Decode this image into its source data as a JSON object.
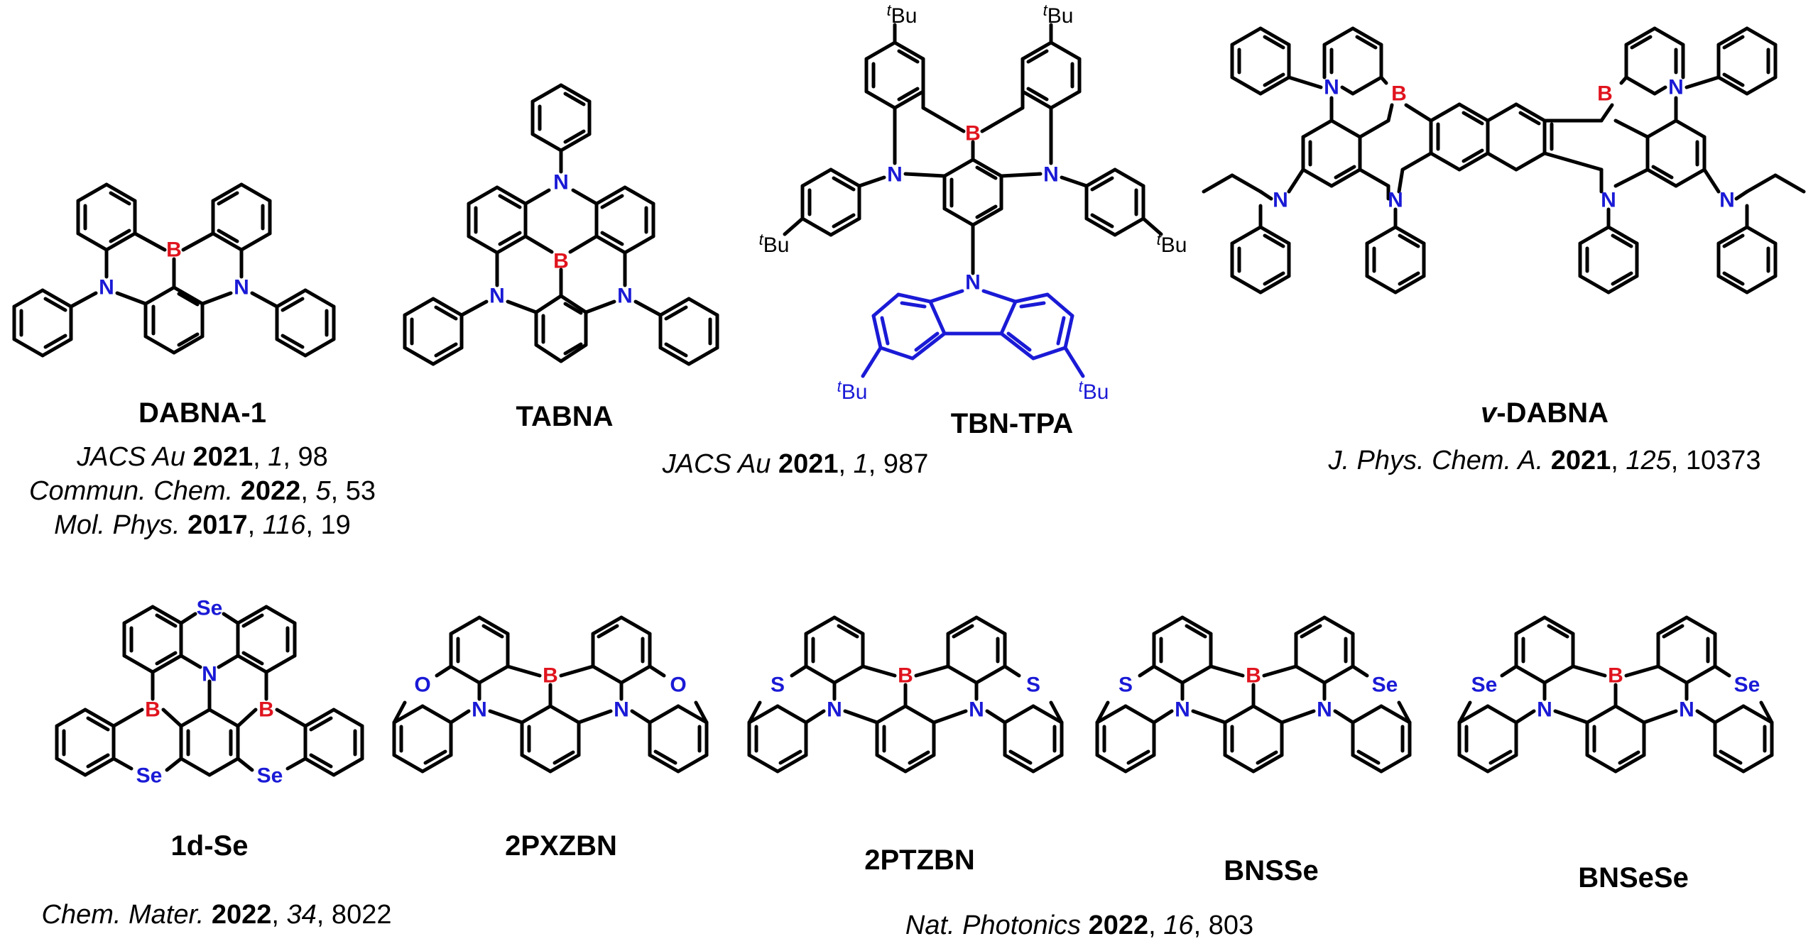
{
  "compounds": [
    {
      "id": "dabna1",
      "name": "DABNA-1"
    },
    {
      "id": "tabna",
      "name": "TABNA"
    },
    {
      "id": "tbntpa",
      "name": "TBN-TPA"
    },
    {
      "id": "vdabna",
      "name_prefix": "v",
      "name_rest": "-DABNA"
    },
    {
      "id": "1dse",
      "name": "1d-Se"
    },
    {
      "id": "2pxzbn",
      "name": "2PXZBN"
    },
    {
      "id": "2ptzbn",
      "name": "2PTZBN"
    },
    {
      "id": "bnsse",
      "name": "BNSSe"
    },
    {
      "id": "bnsese",
      "name": "BNSeSe"
    }
  ],
  "references": [
    {
      "journal": "JACS Au",
      "year": "2021",
      "volume": "1",
      "page": "98"
    },
    {
      "journal": "Commun. Chem.",
      "year": "2022",
      "volume": "5",
      "page": "53"
    },
    {
      "journal": "Mol. Phys.",
      "year": "2017",
      "volume": "116",
      "page": "19"
    },
    {
      "journal": "JACS Au",
      "year": "2021",
      "volume": "1",
      "page": "987"
    },
    {
      "journal": "J. Phys. Chem. A.",
      "year": "2021",
      "volume": "125",
      "page": "10373"
    },
    {
      "journal": "Chem. Mater.",
      "year": "2022",
      "volume": "34",
      "page": "8022"
    },
    {
      "journal": "Nat. Photonics",
      "year": "2022",
      "volume": "16",
      "page": "803"
    }
  ],
  "atom_labels": {
    "B": "B",
    "N": "N",
    "O": "O",
    "S": "S",
    "Se": "Se",
    "tbu_sup": "t",
    "tbu": "Bu"
  },
  "colors": {
    "boron": "#e0141e",
    "heteroatom": "#1a1ad6",
    "bonds": "#000000",
    "carbazole": "#1a1ad6"
  }
}
